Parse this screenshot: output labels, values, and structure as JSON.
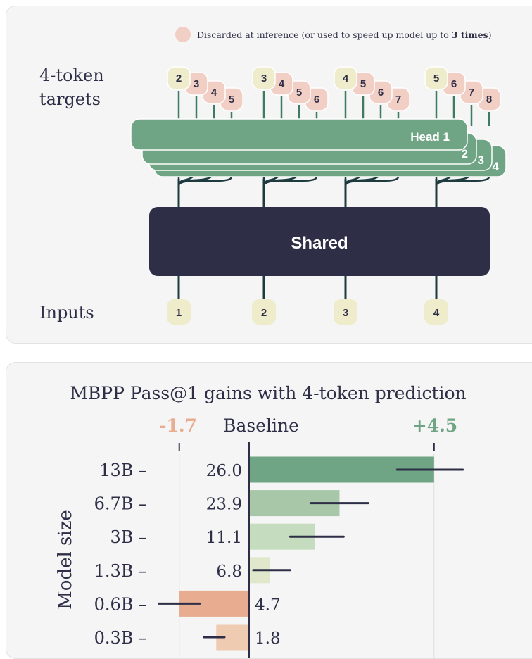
{
  "diagram": {
    "legend_text": "Discarded at inference (or used to speed up model up to ",
    "legend_bold": "3 times",
    "legend_close": ")",
    "targets_label_line1": "4-token",
    "targets_label_line2": "targets",
    "inputs_label": "Inputs",
    "shared_label": "Shared",
    "head_labels": [
      "Head 1",
      "2",
      "3",
      "4"
    ],
    "columns": [
      {
        "input": "1",
        "targets": [
          "2",
          "3",
          "4",
          "5"
        ]
      },
      {
        "input": "2",
        "targets": [
          "3",
          "4",
          "5",
          "6"
        ]
      },
      {
        "input": "3",
        "targets": [
          "4",
          "5",
          "6",
          "7"
        ]
      },
      {
        "input": "4",
        "targets": [
          "5",
          "6",
          "7",
          "8"
        ]
      }
    ],
    "colors": {
      "head": "#6fa584",
      "shared": "#2e2e47",
      "token": "#efeccc",
      "discarded": "#f2cfc5",
      "line": "#1e3c40"
    }
  },
  "chart_data": {
    "type": "bar",
    "title": "MBPP Pass@1  gains with 4-token prediction",
    "left_ref_label": "-1.7",
    "baseline_label": "Baseline",
    "right_ref_label": "+4.5",
    "ylabel": "Model size",
    "xlim": [
      -2.3,
      6.0
    ],
    "categories": [
      "13B",
      "6.7B",
      "3B",
      "1.3B",
      "0.6B",
      "0.3B"
    ],
    "baseline_values": [
      "26.0",
      "23.9",
      "11.1",
      "6.8",
      "4.7",
      "1.8"
    ],
    "gains": [
      4.5,
      2.2,
      1.6,
      0.5,
      -1.7,
      -0.8
    ],
    "error_ranges": [
      [
        3.6,
        5.2
      ],
      [
        1.5,
        2.9
      ],
      [
        1.0,
        2.3
      ],
      [
        0.1,
        1.0
      ],
      [
        -2.2,
        -1.2
      ],
      [
        -1.1,
        -0.6
      ]
    ],
    "bar_colors": [
      "#6fa584",
      "#a8c7a9",
      "#c5dcbf",
      "#dfe8cb",
      "#e8ad91",
      "#efcbb2"
    ],
    "colors": {
      "positive": "#6fa584",
      "negative": "#e8ad91",
      "text": "#2e2e47",
      "error": "#2e2e47"
    }
  }
}
